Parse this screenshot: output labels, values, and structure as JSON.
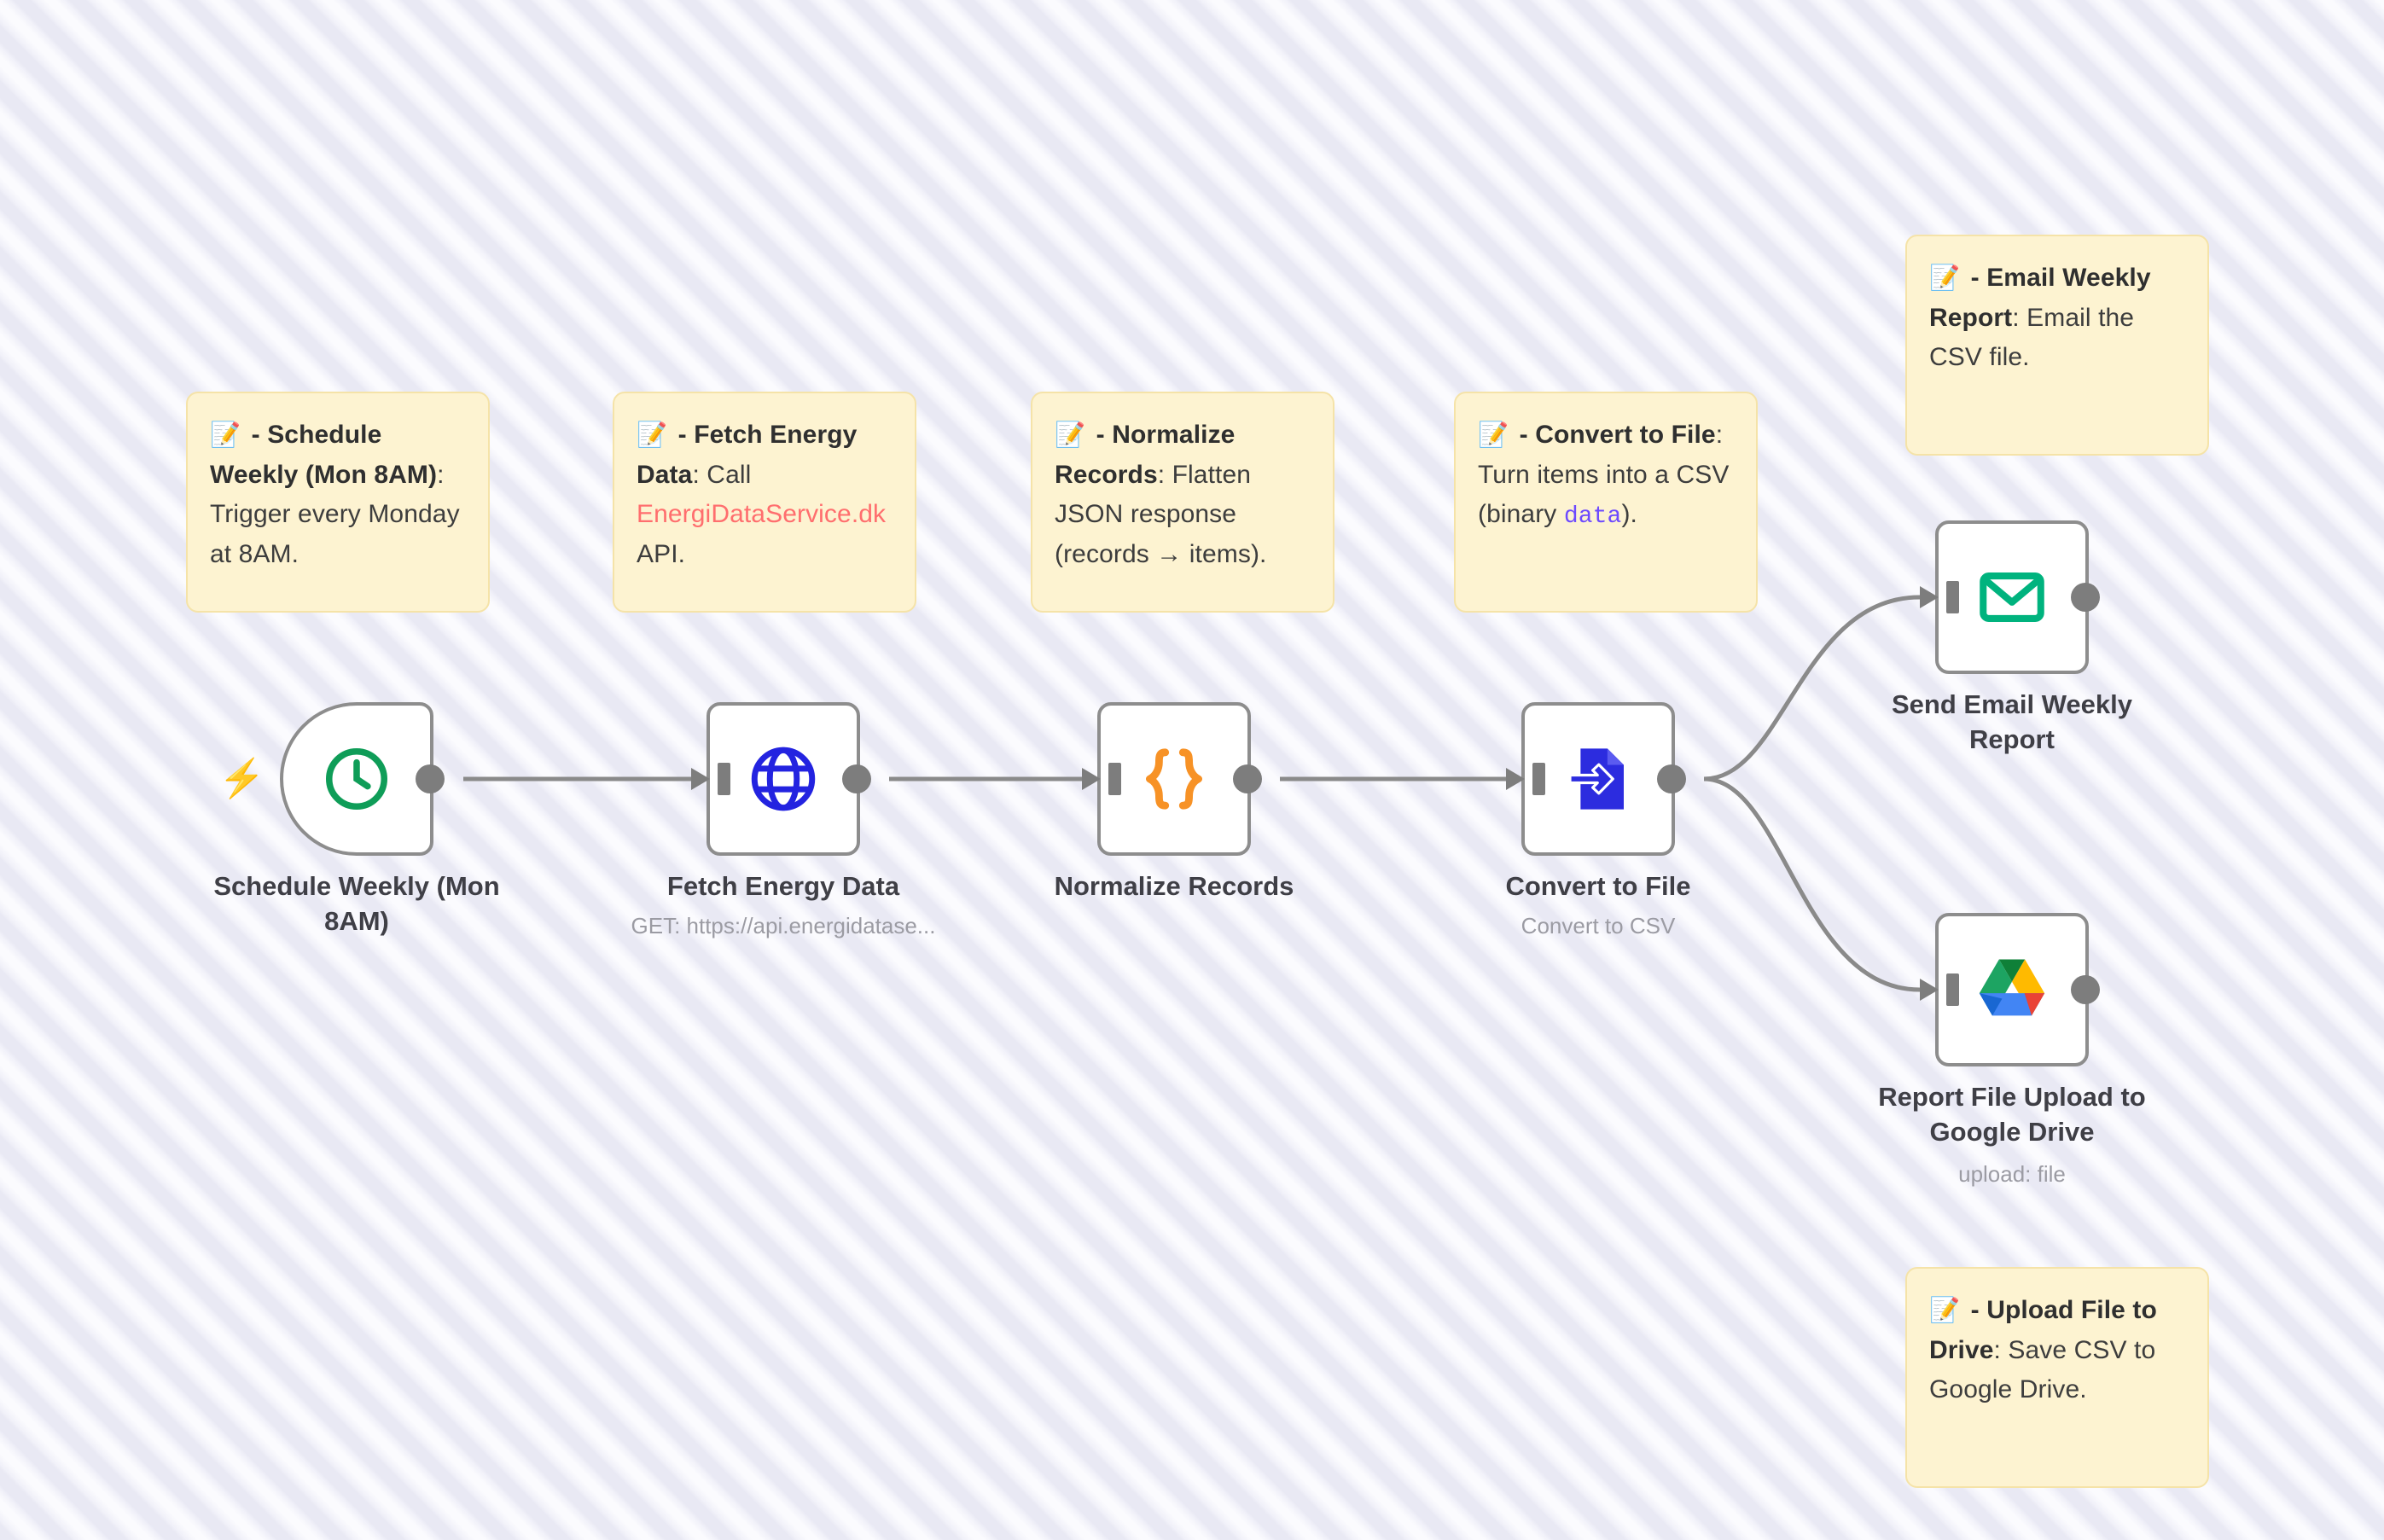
{
  "canvas": {
    "background_stripe_light": "#fbfbfe",
    "background_stripe_dark": "#e9e9f4",
    "edge_color": "#8a8a8a"
  },
  "sticky_notes": [
    {
      "id": "note-schedule",
      "emoji": "📝",
      "separator": " - ",
      "title": "Schedule Weekly (Mon 8AM)",
      "body": ": Trigger every Monday at 8AM.",
      "color": "#fdf3d1"
    },
    {
      "id": "note-fetch",
      "emoji": "📝",
      "separator": " - ",
      "title": "Fetch Energy Data",
      "body_before": ": Call ",
      "link": "EnergiDataService.dk",
      "body_after": " API.",
      "color": "#fdf3d1"
    },
    {
      "id": "note-normalize",
      "emoji": "📝",
      "separator": " - ",
      "title": "Normalize Records",
      "body": ": Flatten JSON response (records → items).",
      "color": "#fdf3d1"
    },
    {
      "id": "note-convert",
      "emoji": "📝",
      "separator": " - ",
      "title": "Convert to File",
      "body_before": ": Turn items into a CSV (binary ",
      "code": "data",
      "body_after": ").",
      "color": "#fdf3d1"
    },
    {
      "id": "note-email",
      "emoji": "📝",
      "separator": " - ",
      "title": "Email Weekly Report",
      "body": ": Email the CSV file.",
      "color": "#fdf3d1"
    },
    {
      "id": "note-upload",
      "emoji": "📝",
      "separator": " - ",
      "title": "Upload File to Drive",
      "body": ": Save CSV to Google Drive.",
      "color": "#fdf3d1"
    }
  ],
  "nodes": [
    {
      "id": "schedule-trigger",
      "name": "Schedule Weekly (Mon\n8AM)",
      "subtitle": "",
      "icon": "clock-icon",
      "icon_color": "#0f9d58",
      "is_trigger": true,
      "trigger_marker": "⚡"
    },
    {
      "id": "http-request",
      "name": "Fetch Energy Data",
      "subtitle": "GET: https://api.energidatase...",
      "icon": "globe-icon",
      "icon_color": "#2323e0",
      "is_trigger": false
    },
    {
      "id": "code-node",
      "name": "Normalize Records",
      "subtitle": "",
      "icon": "curly-braces-icon",
      "icon_color": "#f79226",
      "is_trigger": false
    },
    {
      "id": "convert-to-file",
      "name": "Convert to File",
      "subtitle": "Convert to CSV",
      "icon": "file-import-icon",
      "icon_color": "#2c2cdf",
      "is_trigger": false
    },
    {
      "id": "send-email",
      "name": "Send Email Weekly\nReport",
      "subtitle": "",
      "icon": "envelope-icon",
      "icon_color": "#00b37e",
      "is_trigger": false
    },
    {
      "id": "google-drive",
      "name": "Report File Upload to\nGoogle Drive",
      "subtitle": "upload: file",
      "icon": "google-drive-icon",
      "icon_color": "#1da462",
      "is_trigger": false
    }
  ],
  "connections": [
    {
      "from": "schedule-trigger",
      "to": "http-request"
    },
    {
      "from": "http-request",
      "to": "code-node"
    },
    {
      "from": "code-node",
      "to": "convert-to-file"
    },
    {
      "from": "convert-to-file",
      "to": "send-email"
    },
    {
      "from": "convert-to-file",
      "to": "google-drive"
    }
  ]
}
